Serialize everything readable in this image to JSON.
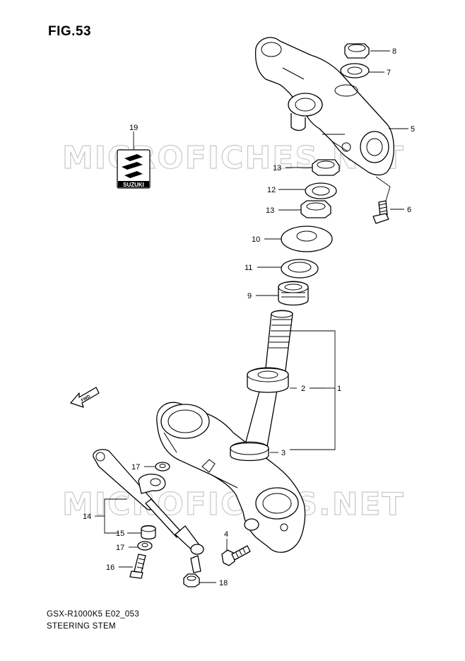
{
  "title": "FIG.53",
  "watermark": "MICROFICHES.NET",
  "logo": {
    "brand": "SUZUKI"
  },
  "fwd_label": "FWD",
  "footer": {
    "model_code": "GSX-R1000K5 E02_053",
    "section": "STEERING STEM"
  },
  "callouts": {
    "c1": "1",
    "c2": "2",
    "c3": "3",
    "c4": "4",
    "c5": "5",
    "c6": "6",
    "c7": "7",
    "c8": "8",
    "c9": "9",
    "c10": "10",
    "c11": "11",
    "c12": "12",
    "c13a": "13",
    "c13b": "13",
    "c14": "14",
    "c15": "15",
    "c16": "16",
    "c17a": "17",
    "c17b": "17",
    "c18": "18",
    "c19": "19"
  }
}
